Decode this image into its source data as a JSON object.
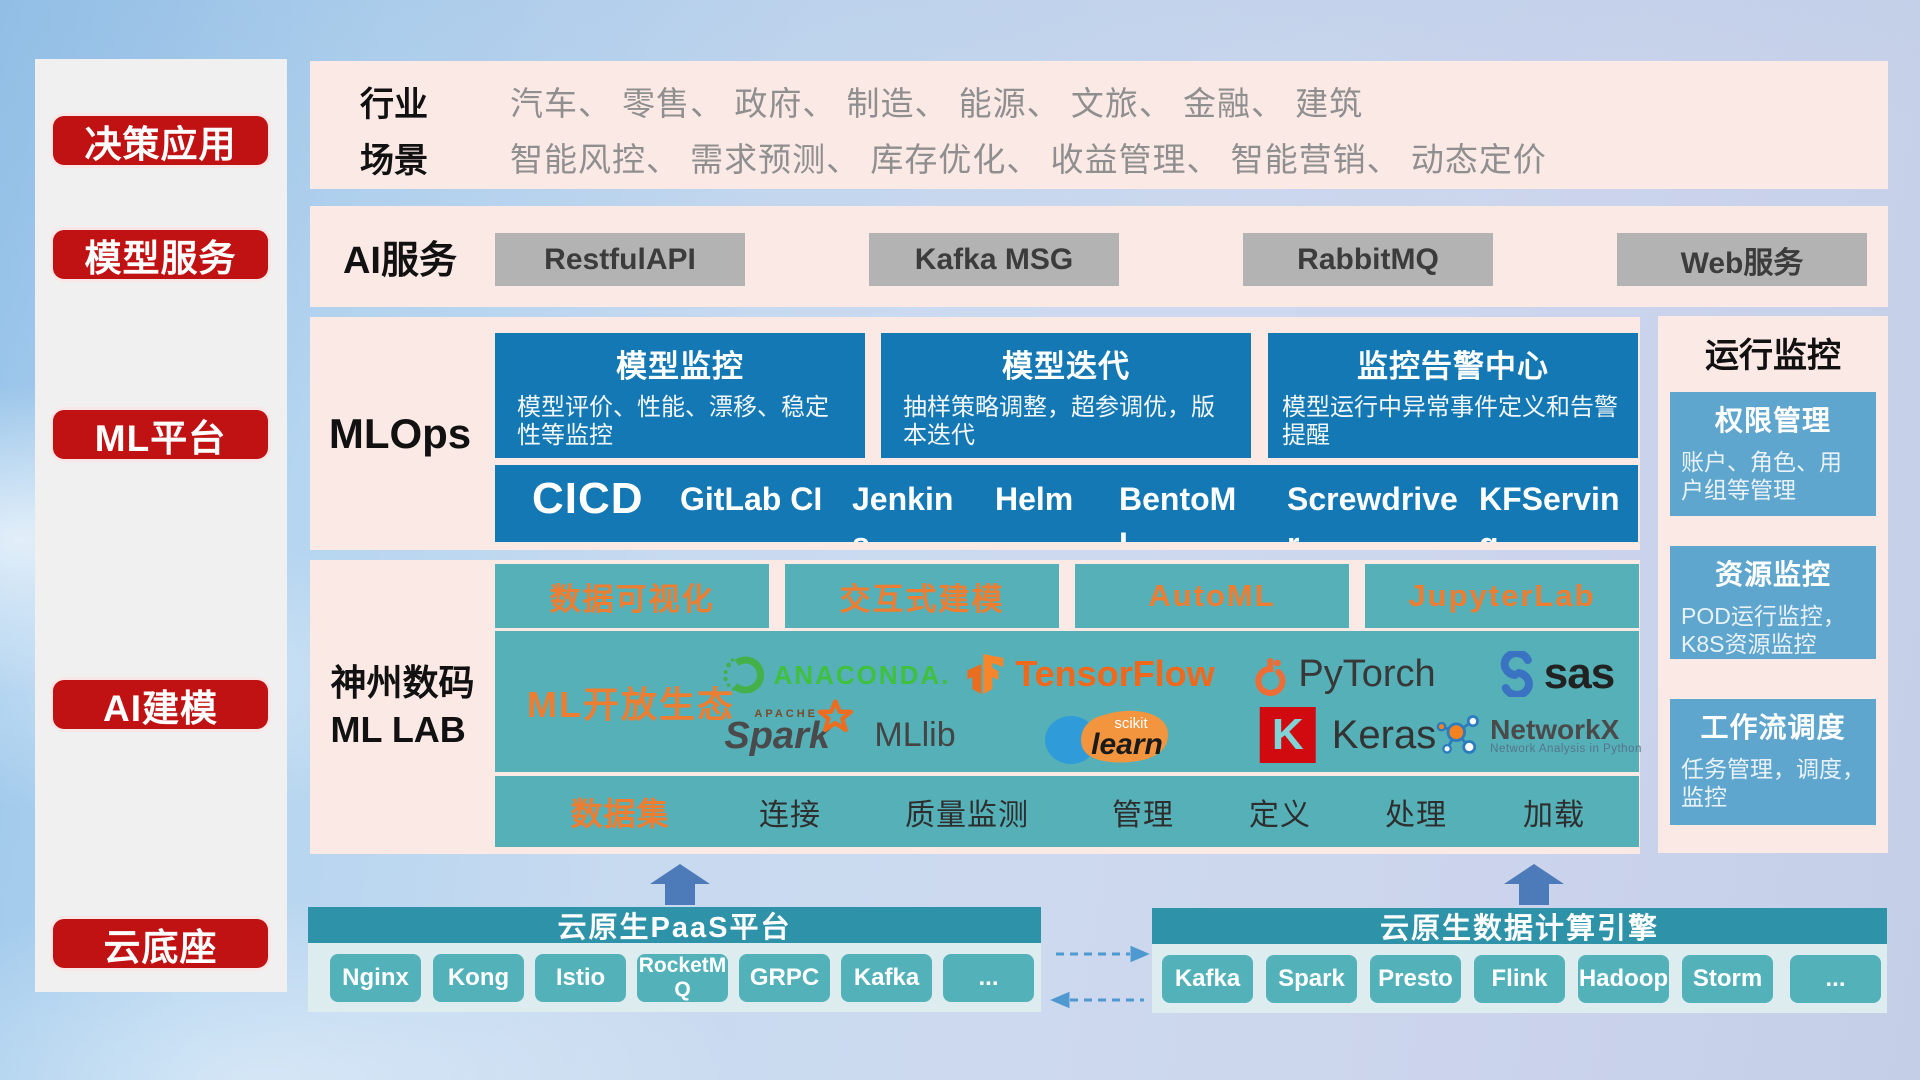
{
  "sidebar": {
    "items": [
      {
        "label": "决策应用"
      },
      {
        "label": "模型服务"
      },
      {
        "label": "ML平台"
      },
      {
        "label": "AI建模"
      },
      {
        "label": "云底座"
      }
    ]
  },
  "apps_row": {
    "industry_label": "行业",
    "industry_list": "汽车、 零售、 政府、 制造、 能源、 文旅、 金融、 建筑",
    "scene_label": "场景",
    "scene_list": "智能风控、 需求预测、 库存优化、 收益管理、 智能营销、 动态定价"
  },
  "services_row": {
    "label": "AI服务",
    "items": [
      "RestfulAPI",
      "Kafka MSG",
      "RabbitMQ",
      "Web服务"
    ]
  },
  "mlops_row": {
    "label": "MLOps",
    "cards": [
      {
        "title": "模型监控",
        "desc": "模型评价、性能、漂移、稳定\n性等监控"
      },
      {
        "title": "模型迭代",
        "desc": "抽样策略调整，超参调优，版\n本迭代"
      },
      {
        "title": "监控告警中心",
        "desc": "模型运行中异常事件定义和告警\n提醒"
      }
    ],
    "cicd": {
      "title": "CICD",
      "items": [
        "GitLab CI",
        "Jenkins",
        "Helm",
        "BentoML",
        "Screwdriver",
        "KFServing"
      ]
    }
  },
  "mllab_row": {
    "label": "神州数码\nML LAB",
    "tools": [
      "数据可视化",
      "交互式建模",
      "AutoML",
      "JupyterLab"
    ],
    "ecosystem_label": "ML开放生态",
    "logos": {
      "anaconda": {
        "text": "ANACONDA."
      },
      "tensorflow": {
        "text": "TensorFlow"
      },
      "pytorch": {
        "text": "PyTorch"
      },
      "sas": {
        "text": "sas"
      },
      "spark": {
        "apache": "APACHE",
        "text": "Spark",
        "suffix": "MLlib"
      },
      "sklearn": {
        "top": "scikit",
        "text": "learn"
      },
      "keras": {
        "letter": "K",
        "text": "Keras"
      },
      "networkx": {
        "text": "NetworkX",
        "subtitle": "Network Analysis in Python"
      }
    },
    "dataset": {
      "label": "数据集",
      "items": [
        "连接",
        "质量监测",
        "管理",
        "定义",
        "处理",
        "加载"
      ]
    }
  },
  "monitor_col": {
    "title": "运行监控",
    "cards": [
      {
        "title": "权限管理",
        "desc": "账户、角色、用\n户组等管理"
      },
      {
        "title": "资源监控",
        "desc": "POD运行监控，\nK8S资源监控"
      },
      {
        "title": "工作流调度",
        "desc": "任务管理，调度，\n监控"
      }
    ]
  },
  "cloud_row": {
    "paas": {
      "title": "云原生PaaS平台",
      "items": [
        "Nginx",
        "Kong",
        "Istio",
        "RocketMQ",
        "GRPC",
        "Kafka",
        "..."
      ]
    },
    "engine": {
      "title": "云原生数据计算引擎",
      "items": [
        "Kafka",
        "Spark",
        "Presto",
        "Flink",
        "Hadoop",
        "Storm",
        "..."
      ]
    }
  },
  "colors": {
    "accent_red": "#c01113",
    "card_blue": "#1478b4",
    "monitor_blue": "#5fa6cf",
    "teal": "#55b0b8",
    "header_teal": "#2e93a9",
    "panel_pink": "#fcebe8",
    "orange_text": "#ed7d31"
  }
}
